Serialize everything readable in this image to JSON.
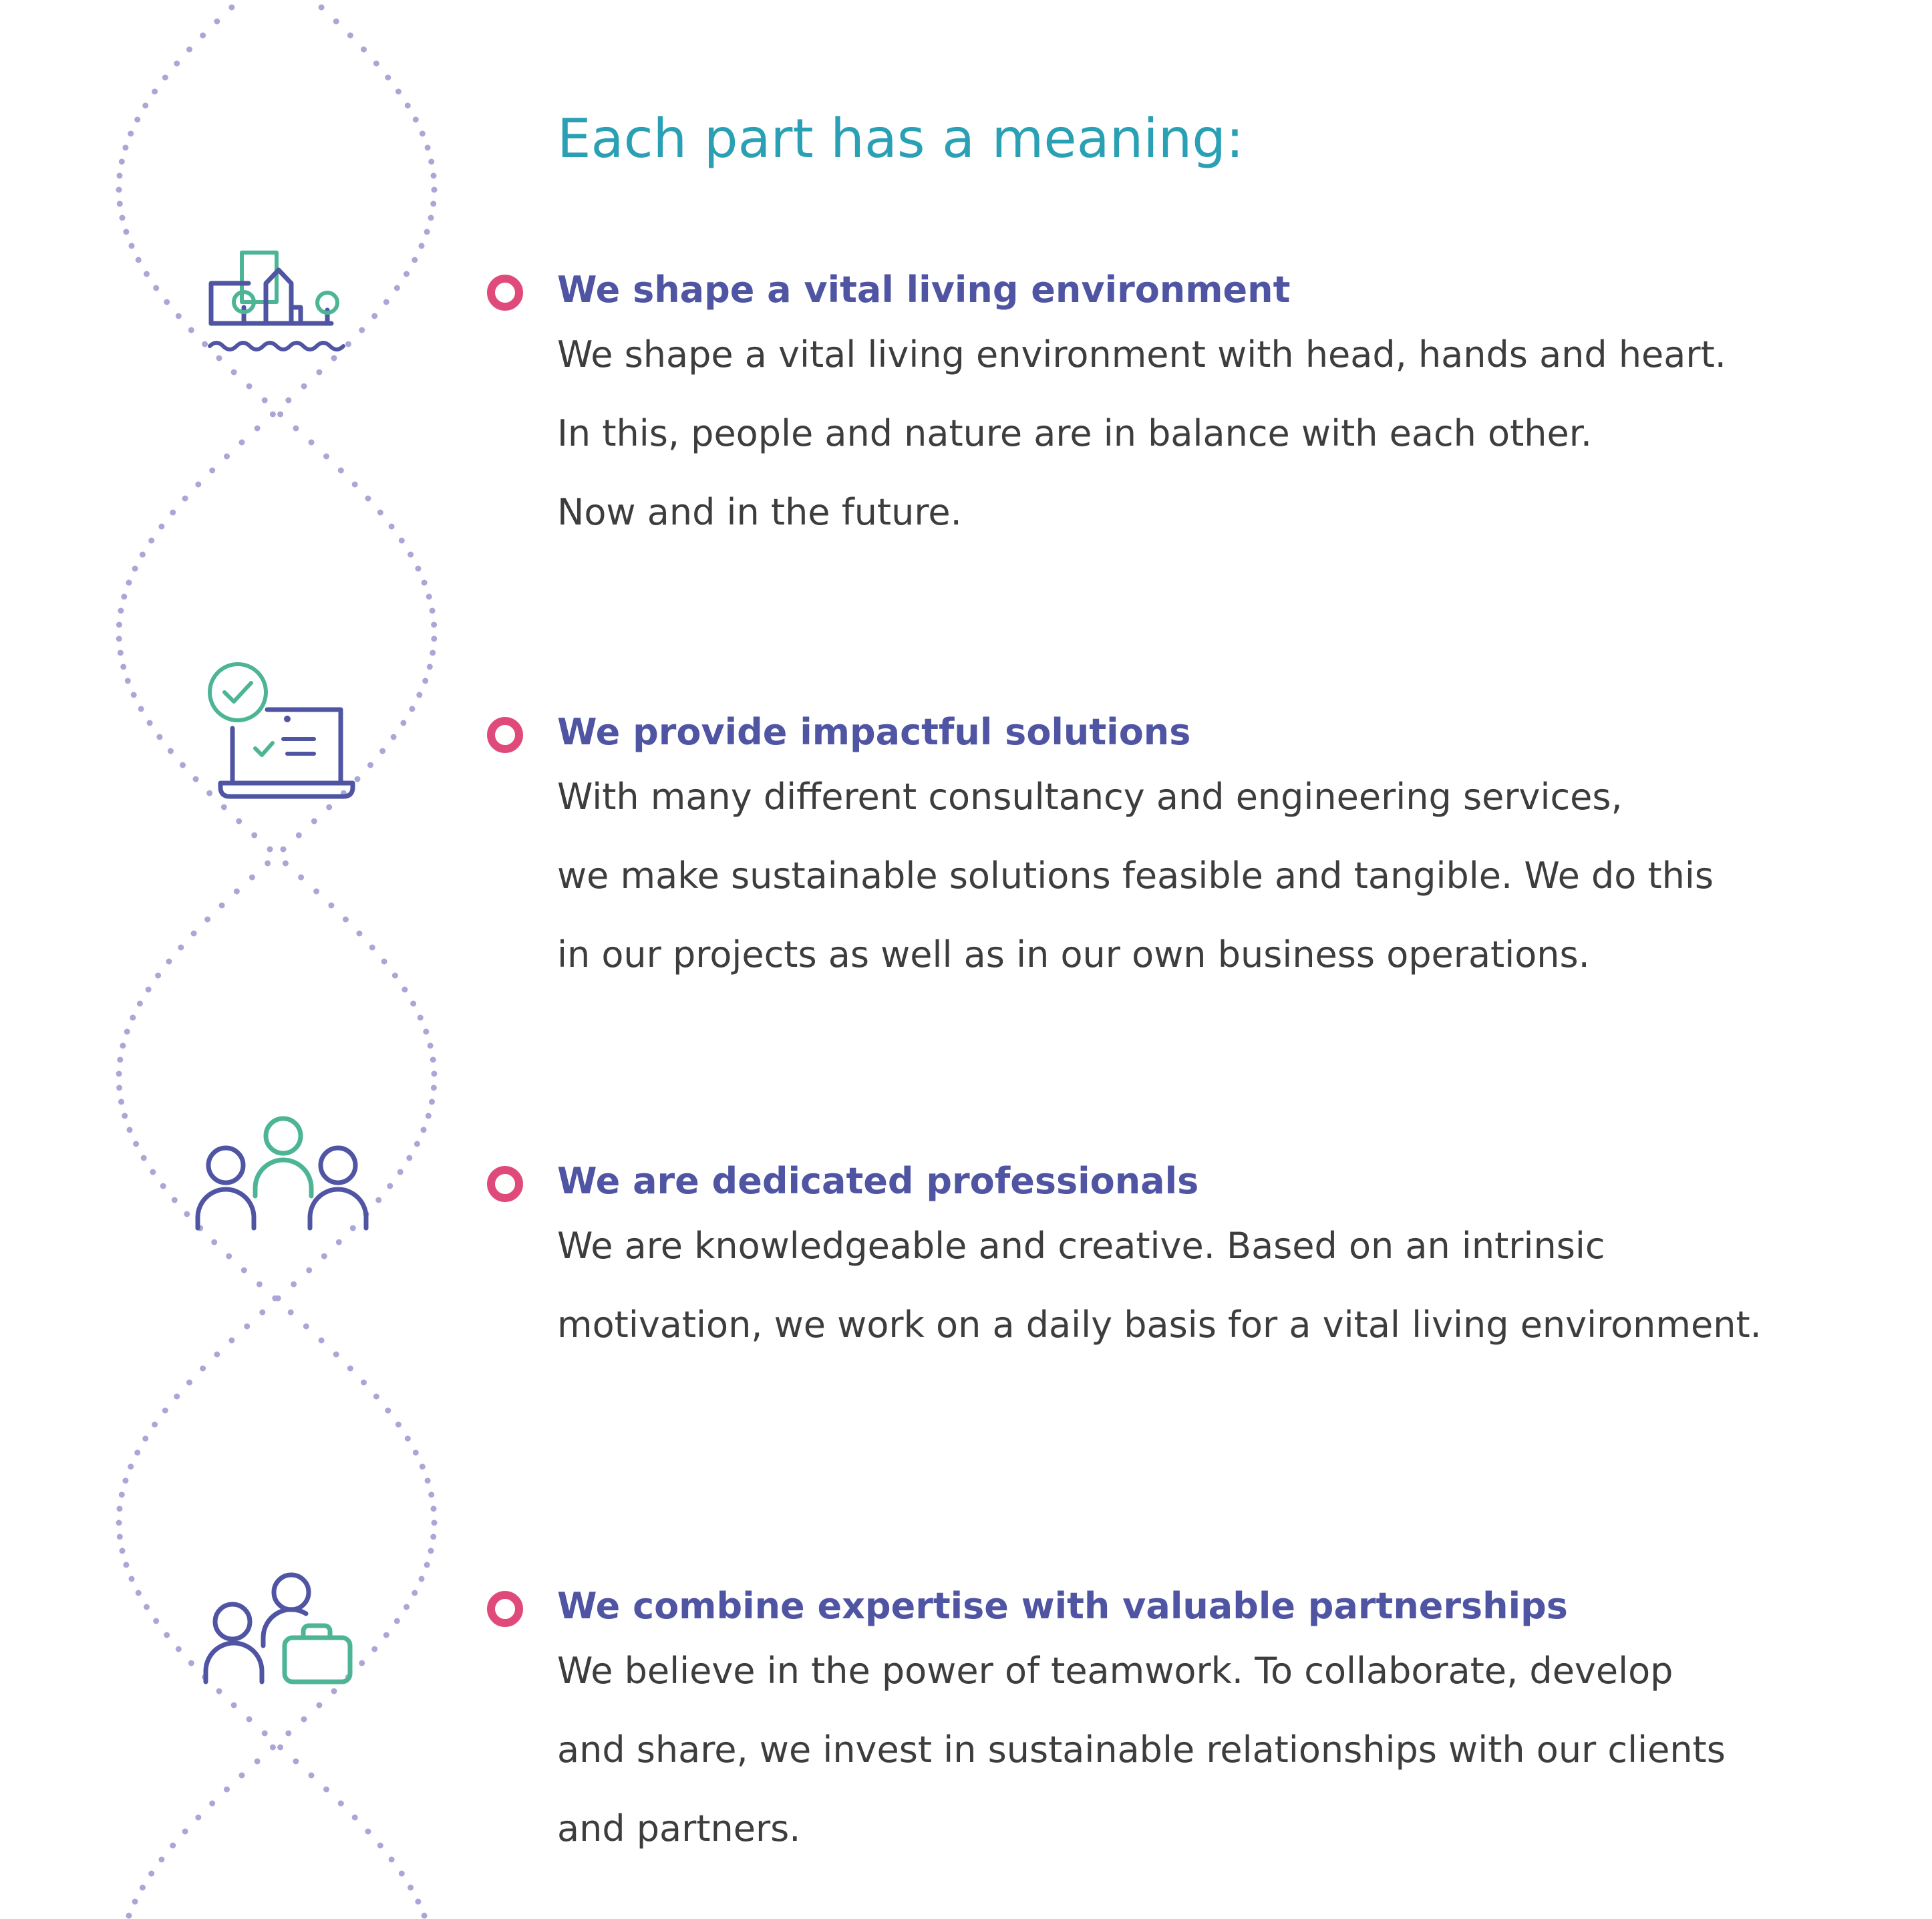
{
  "title": "Each part has a meaning:",
  "colors": {
    "title": "#2aa0b5",
    "heading": "#4f54a3",
    "body": "#3d3d3d",
    "bullet": "#e04a7a",
    "icon_primary": "#4f54a3",
    "icon_accent": "#4db596",
    "dots": "#aaa6d6"
  },
  "sections": [
    {
      "icon": "city-icon",
      "heading": "We shape a vital living environment",
      "lines": [
        "We shape a vital living environment with head, hands and heart.",
        "In this, people and nature are in balance with each other.",
        "Now and in the future."
      ]
    },
    {
      "icon": "laptop-check-icon",
      "heading": "We provide impactful solutions",
      "lines": [
        "With many different consultancy and engineering services,",
        "we make sustainable solutions feasible and tangible. We do this",
        "in our projects as well as in our own business operations."
      ]
    },
    {
      "icon": "people-icon",
      "heading": "We are dedicated professionals",
      "lines": [
        "We are knowledgeable and creative. Based on an intrinsic",
        "motivation, we work on a daily basis for a vital living environment."
      ]
    },
    {
      "icon": "partnership-icon",
      "heading": "We combine expertise with valuable partnerships",
      "lines": [
        "We believe in the power of teamwork. To collaborate, develop",
        "and share, we invest in sustainable relationships with our clients",
        "and partners."
      ]
    }
  ]
}
